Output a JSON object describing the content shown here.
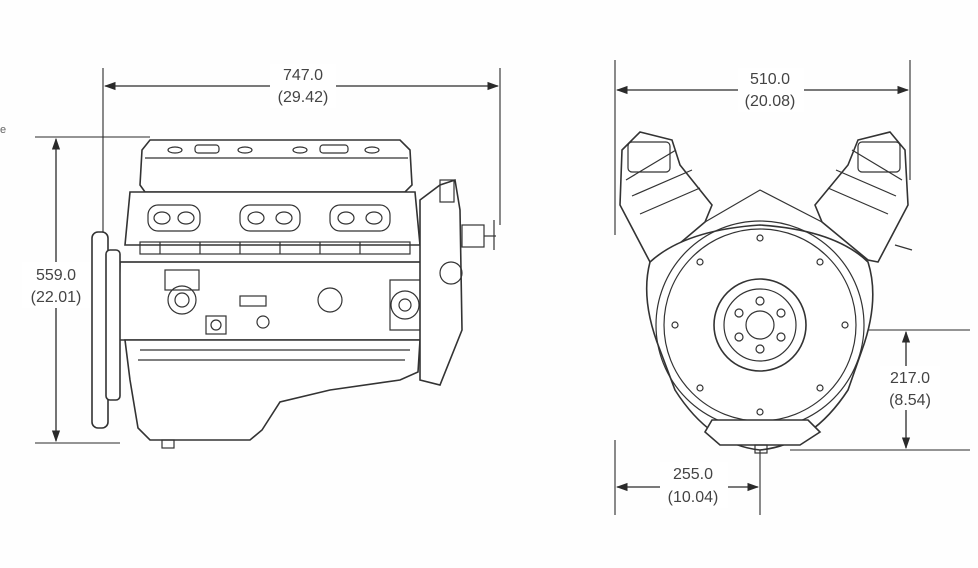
{
  "edge_fragment": "e",
  "dimensions": {
    "length": {
      "mm": "747.0",
      "in": "(29.42)"
    },
    "height": {
      "mm": "559.0",
      "in": "(22.01)"
    },
    "width": {
      "mm": "510.0",
      "in": "(20.08)"
    },
    "crank_height": {
      "mm": "217.0",
      "in": "(8.54)"
    },
    "crank_offset": {
      "mm": "255.0",
      "in": "(10.04)"
    }
  }
}
